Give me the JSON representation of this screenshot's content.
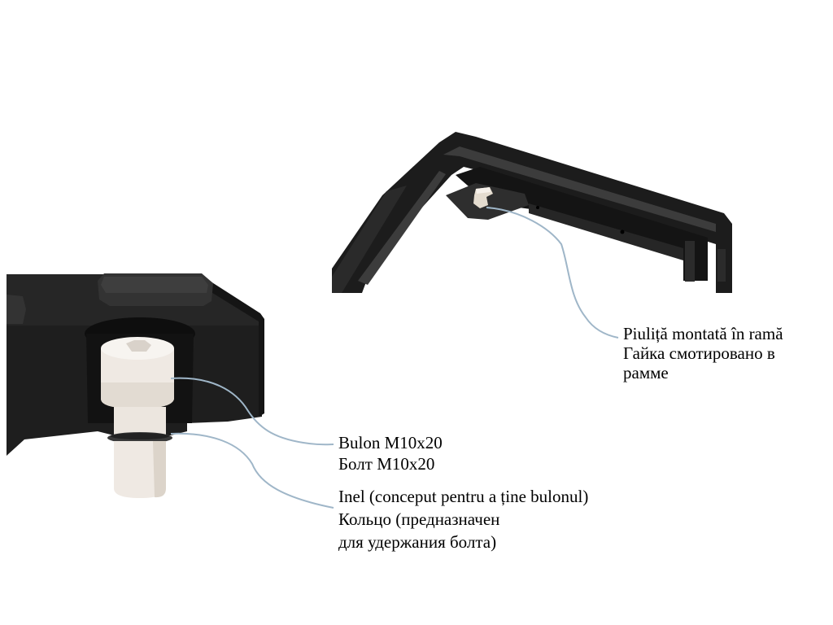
{
  "figure": {
    "colors": {
      "background": "#ffffff",
      "part_dark": "#1c1c1c",
      "part_edge": "#3a3a3a",
      "metal": "#efe9e3",
      "leader_line": "#9fb6c8",
      "text": "#000000"
    },
    "components": [
      {
        "id": "frame-corner",
        "description": "Frame corner (top-right view)"
      },
      {
        "id": "block-with-bolt",
        "description": "Block with bolt and ring (bottom-left view)"
      }
    ],
    "callouts": {
      "nut": {
        "line1": "Piuliță montată în ramă",
        "line2": "Гайка смотировано в",
        "line3": "рамме"
      },
      "bolt": {
        "line1": "Bulon M10x20",
        "line2": "Болт M10x20"
      },
      "ring": {
        "line1": "Inel (conceput pentru a ține bulonul)",
        "line2": "Кольцо (предназначен",
        "line3": "для удержания болта)"
      }
    }
  }
}
